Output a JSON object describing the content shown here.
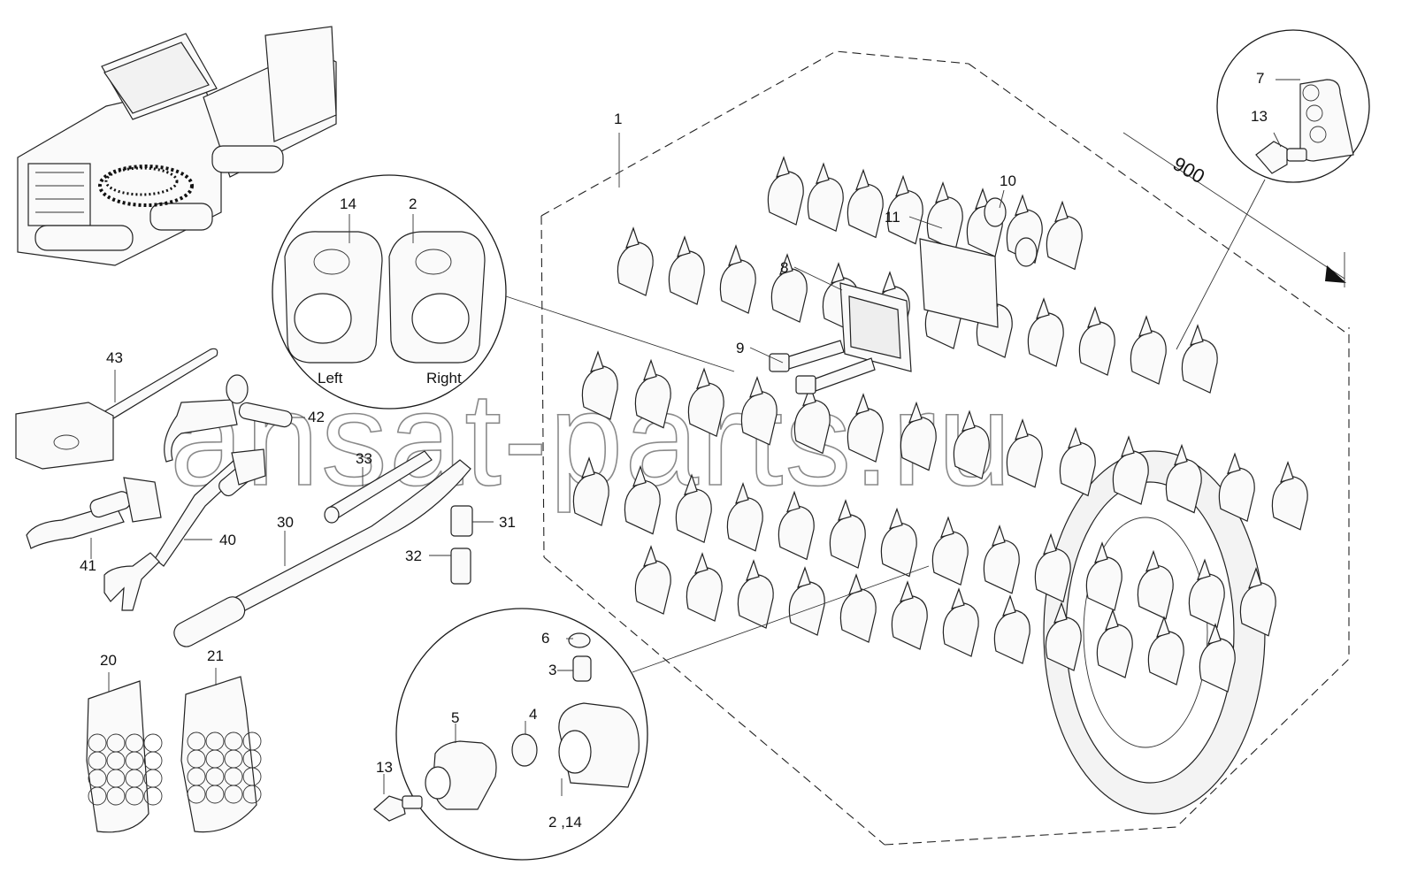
{
  "callouts": {
    "p1": "1",
    "p2": "2",
    "p3": "3",
    "p4": "4",
    "p5": "5",
    "p6": "6",
    "p7": "7",
    "p8": "8",
    "p9": "9",
    "p10": "10",
    "p11": "11",
    "p13a": "13",
    "p13b": "13",
    "p14": "14",
    "p2_14": "2 ,14",
    "p20": "20",
    "p21": "21",
    "p30": "30",
    "p31": "31",
    "p32": "32",
    "p33": "33",
    "p40": "40",
    "p41": "41",
    "p42": "42",
    "p43": "43"
  },
  "holder_labels": {
    "left": "Left",
    "right": "Right"
  },
  "dimension": "900",
  "watermark": "ansat-parts.ru"
}
